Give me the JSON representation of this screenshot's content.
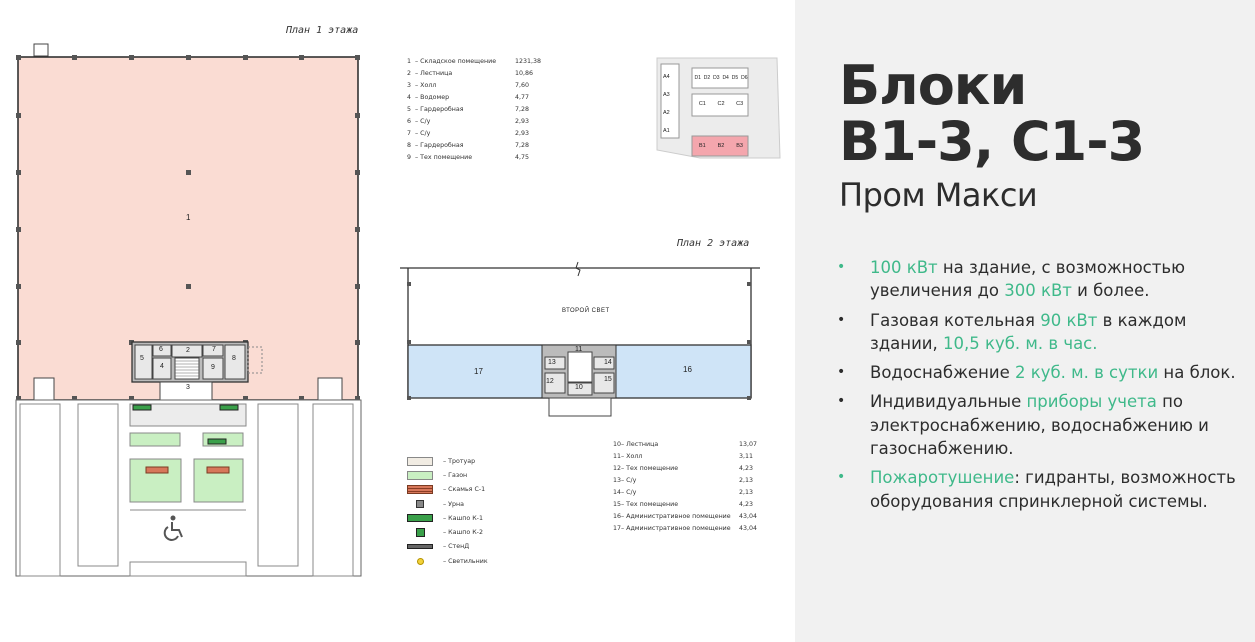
{
  "floor1": {
    "title": "План 1 этажа",
    "rooms": [
      {
        "num": "1",
        "name": "– Складское помещение",
        "area": "1231,38"
      },
      {
        "num": "2",
        "name": "– Лестница",
        "area": "10,86"
      },
      {
        "num": "3",
        "name": "– Холл",
        "area": "7,60"
      },
      {
        "num": "4",
        "name": "– Водомер",
        "area": "4,77"
      },
      {
        "num": "5",
        "name": "– Гардеробная",
        "area": "7,28"
      },
      {
        "num": "6",
        "name": "– С/у",
        "area": "2,93"
      },
      {
        "num": "7",
        "name": "– С/у",
        "area": "2,93"
      },
      {
        "num": "8",
        "name": "– Гардеробная",
        "area": "7,28"
      },
      {
        "num": "9",
        "name": "– Тех помещение",
        "area": "4,75"
      }
    ],
    "labels": {
      "r1": "1",
      "r2": "2",
      "r3": "3",
      "r4": "4",
      "r5": "5",
      "r6": "6",
      "r7": "7",
      "r8": "8",
      "r9": "9"
    }
  },
  "floor2": {
    "title": "План 2 этажа",
    "second_light": "ВТОРОЙ СВЕТ",
    "rooms": [
      {
        "num": "10",
        "name": "– Лестница",
        "area": "13,07"
      },
      {
        "num": "11",
        "name": "– Холл",
        "area": "3,11"
      },
      {
        "num": "12",
        "name": "– Тех помещение",
        "area": "4,23"
      },
      {
        "num": "13",
        "name": "– С/у",
        "area": "2,13"
      },
      {
        "num": "14",
        "name": "– С/у",
        "area": "2,13"
      },
      {
        "num": "15",
        "name": "– Тех помещение",
        "area": "4,23"
      },
      {
        "num": "16",
        "name": "– Административное помещение",
        "area": "43,04"
      },
      {
        "num": "17",
        "name": "– Административное помещение",
        "area": "43,04"
      }
    ],
    "labels": {
      "r10": "10",
      "r11": "11",
      "r12": "12",
      "r13": "13",
      "r14": "14",
      "r15": "15",
      "r16": "16",
      "r17": "17"
    }
  },
  "site_legend": [
    {
      "label": "– Тротуар",
      "swatch": "sidewalk"
    },
    {
      "label": "– Газон",
      "swatch": "lawn"
    },
    {
      "label": "– Скамья С-1",
      "swatch": "bench"
    },
    {
      "label": "– Урна",
      "swatch": "bin"
    },
    {
      "label": "– Кашпо К-1",
      "swatch": "planter1"
    },
    {
      "label": "– Кашпо К-2",
      "swatch": "planter2"
    },
    {
      "label": "– СтенД",
      "swatch": "stand"
    },
    {
      "label": "– Светильник",
      "swatch": "lamp"
    }
  ],
  "keymap": {
    "blocks_a": [
      "A4",
      "A3",
      "A2",
      "A1"
    ],
    "blocks_d": [
      "D1",
      "D2",
      "D3",
      "D4",
      "D5",
      "D6"
    ],
    "blocks_c": [
      "C1",
      "C2",
      "C3"
    ],
    "blocks_b": [
      "B1",
      "B2",
      "B3"
    ]
  },
  "panel": {
    "title_line1": "Блоки",
    "title_line2": "B1-3, C1-3",
    "subtitle": "Пром Макси",
    "bullets": [
      {
        "dot": "green",
        "parts": [
          {
            "t": "100 кВт",
            "hl": true
          },
          {
            "t": " на здание, с возможностью увеличения до ",
            "hl": false
          },
          {
            "t": "300 кВт",
            "hl": true
          },
          {
            "t": " и более.",
            "hl": false
          }
        ]
      },
      {
        "dot": "dark",
        "parts": [
          {
            "t": "Газовая котельная ",
            "hl": false
          },
          {
            "t": "90 кВт",
            "hl": true
          },
          {
            "t": " в каждом здании, ",
            "hl": false
          },
          {
            "t": "10,5 куб. м. в час.",
            "hl": true
          }
        ]
      },
      {
        "dot": "dark",
        "parts": [
          {
            "t": "Водоснабжение ",
            "hl": false
          },
          {
            "t": "2 куб. м. в сутки",
            "hl": true
          },
          {
            "t": " на блок.",
            "hl": false
          }
        ]
      },
      {
        "dot": "dark",
        "parts": [
          {
            "t": "Индивидуальные ",
            "hl": false
          },
          {
            "t": "приборы учета",
            "hl": true
          },
          {
            "t": " по электроснабжению, водоснабжению и газоснабжению.",
            "hl": false
          }
        ]
      },
      {
        "dot": "green",
        "parts": [
          {
            "t": "Пожаротушение",
            "hl": true
          },
          {
            "t": ": гидранты, возможность оборудования спринклерной системы.",
            "hl": false
          }
        ]
      }
    ]
  },
  "colors": {
    "accent": "#3fb98a",
    "warehouse_fill": "#fadcd3",
    "office_fill": "#cfe4f7",
    "lawn": "#c9efc2",
    "highlight_block": "#f4a6ad"
  }
}
